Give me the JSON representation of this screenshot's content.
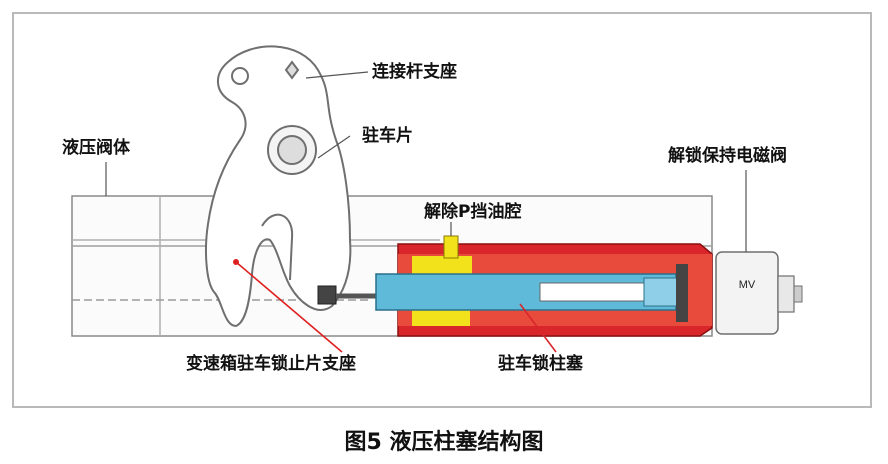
{
  "figure": {
    "caption": "图5 液压柱塞结构图",
    "labels": {
      "link_rod_support": "连接杆支座",
      "valve_body": "液压阀体",
      "parking_pawl": "驻车片",
      "unlock_solenoid": "解锁保持电磁阀",
      "p_release_oil_chamber": "解除P挡油腔",
      "pawl_lock_support": "变速箱驻车锁止片支座",
      "parking_lock_plunger": "驻车锁柱塞"
    },
    "solenoid_marking": "MV"
  },
  "colors": {
    "red": "#d8262a",
    "cyan": "#5fb9d8",
    "yellow": "#f2e21c",
    "outline": "#6f6f6f"
  }
}
